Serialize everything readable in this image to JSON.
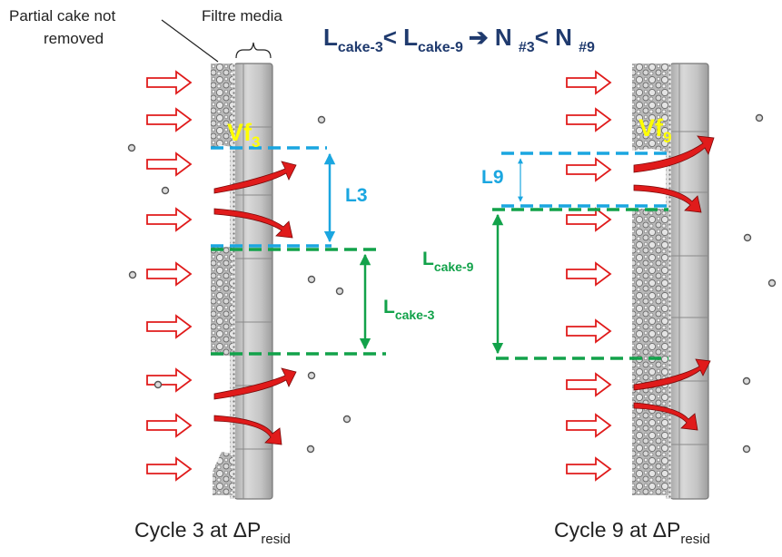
{
  "header": {
    "left_annotation_line1": "Partial cake not",
    "left_annotation_line2": "removed",
    "media_label": "Filtre media",
    "relation": {
      "l1": "L",
      "s1": "cake-3",
      "lt": "< ",
      "l2": "L",
      "s2": "cake-9",
      "arrow": "➔",
      "n1": " N ",
      "ns1": "#3",
      "lt2": "< ",
      "n2": "N ",
      "ns2": "#9"
    }
  },
  "left_panel": {
    "vf_main": "Vf",
    "vf_sub": "3",
    "l_label": "L3",
    "lcake_main": "L",
    "lcake_sub": "cake-3",
    "caption_main": "Cycle 3 at ΔP",
    "caption_sub": "resid"
  },
  "right_panel": {
    "vf_main": "Vf",
    "vf_sub": "9",
    "l_label": "L9",
    "lcake_main": "L",
    "lcake_sub": "cake-9",
    "caption_main": "Cycle 9 at ΔP",
    "caption_sub": "resid"
  },
  "colors": {
    "title_navy": "#1f3a6e",
    "vf_yellow": "#ffff00",
    "l_blue": "#1aa6e0",
    "cake_green": "#12a24a",
    "flow_red": "#e01b1b",
    "media_gray": "#c7c7c7"
  }
}
